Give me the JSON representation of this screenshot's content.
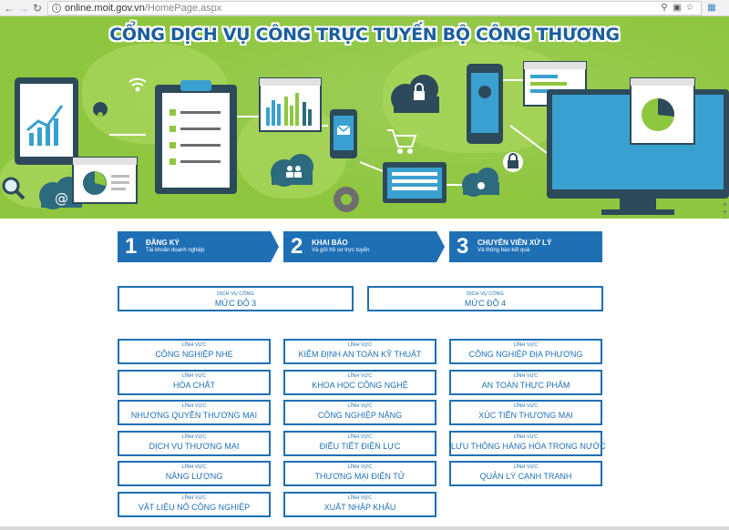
{
  "browser": {
    "url_host": "online.moit.gov.vn",
    "url_path": "/HomePage.aspx"
  },
  "banner": {
    "title": "CỔNG DỊCH VỤ CÔNG TRỰC TUYẾN BỘ CÔNG THƯƠNG",
    "background": "#8fc640"
  },
  "steps": [
    {
      "num": "1",
      "title": "ĐĂNG KÝ",
      "subtitle": "Tài khoản doanh nghiệp"
    },
    {
      "num": "2",
      "title": "KHAI BÁO",
      "subtitle": "Và gửi hồ sơ trực tuyến"
    },
    {
      "num": "3",
      "title": "CHUYÊN VIÊN XỬ LÝ",
      "subtitle": "Và thông báo kết quả"
    }
  ],
  "services": [
    {
      "small": "DỊCH VỤ CÔNG",
      "big": "MỨC ĐỘ 3"
    },
    {
      "small": "DỊCH VỤ CÔNG",
      "big": "MỨC ĐỘ 4"
    }
  ],
  "field_prefix": "LĨNH VỰC",
  "fields": [
    [
      "CÔNG NGHIỆP NHẸ",
      "HÓA CHẤT",
      "NHƯỢNG QUYỀN THƯƠNG MẠI",
      "DỊCH VỤ THƯƠNG MẠI",
      "NĂNG LƯỢNG",
      "VẬT LIỆU NỔ CÔNG NGHIỆP"
    ],
    [
      "KIỂM ĐỊNH AN TOÀN KỸ THUẬT",
      "KHOA HỌC CÔNG NGHỆ",
      "CÔNG NGHIỆP NẶNG",
      "ĐIỀU TIẾT ĐIỆN LỰC",
      "THƯƠNG MẠI ĐIỆN TỬ",
      "XUẤT NHẬP KHẨU"
    ],
    [
      "CÔNG NGHIỆP ĐỊA PHƯƠNG",
      "AN TOÀN THỰC PHẨM",
      "XÚC TIẾN THƯƠNG MẠI",
      "LƯU THÔNG HÀNG HÓA TRONG NƯỚC",
      "QUẢN LÝ CẠNH TRANH"
    ]
  ],
  "colors": {
    "accent": "#1f6fb5",
    "banner_green": "#8fc640"
  }
}
